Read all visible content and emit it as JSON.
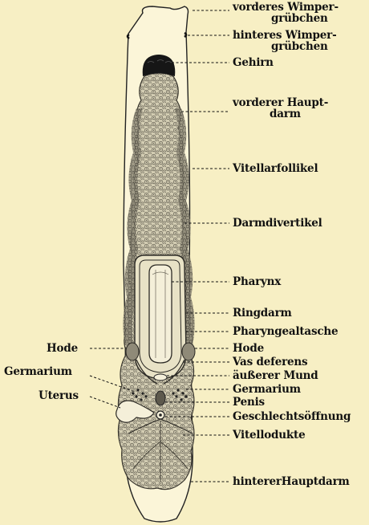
{
  "labels": {
    "vorderes_wimpergrubchen_1": "vorderes Wimper-",
    "vorderes_wimpergrubchen_2": "grübchen",
    "hinteres_wimpergrubchen_1": "hinteres Wimper-",
    "hinteres_wimpergrubchen_2": "grübchen",
    "gehirn": "Gehirn",
    "vorderer_hauptdarm_1": "vorderer Haupt-",
    "vorderer_hauptdarm_2": "darm",
    "vitellarfollikel": "Vitellarfollikel",
    "darmdivertikel": "Darmdivertikel",
    "pharynx": "Pharynx",
    "ringdarm": "Ringdarm",
    "pharyngealtasche": "Pharyngealtasche",
    "hode_right": "Hode",
    "vas_deferens": "Vas deferens",
    "ausserer_mund": "äußerer Mund",
    "germarium_right": "Germarium",
    "penis": "Penis",
    "geschlechtsoffnung": "Geschlechtsöffnung",
    "vitellodukte": "Vitellodukte",
    "hinterer_hauptdarm": "hintererHauptdarm",
    "hode_left": "Hode",
    "germarium_left": "Germarium",
    "uterus": "Uterus"
  },
  "colors": {
    "background": "#f7efc4",
    "ink": "#111111",
    "tissue_fill": "#c9c3a8",
    "tissue_dark": "#7d7868",
    "brain": "#1a1a1a"
  }
}
